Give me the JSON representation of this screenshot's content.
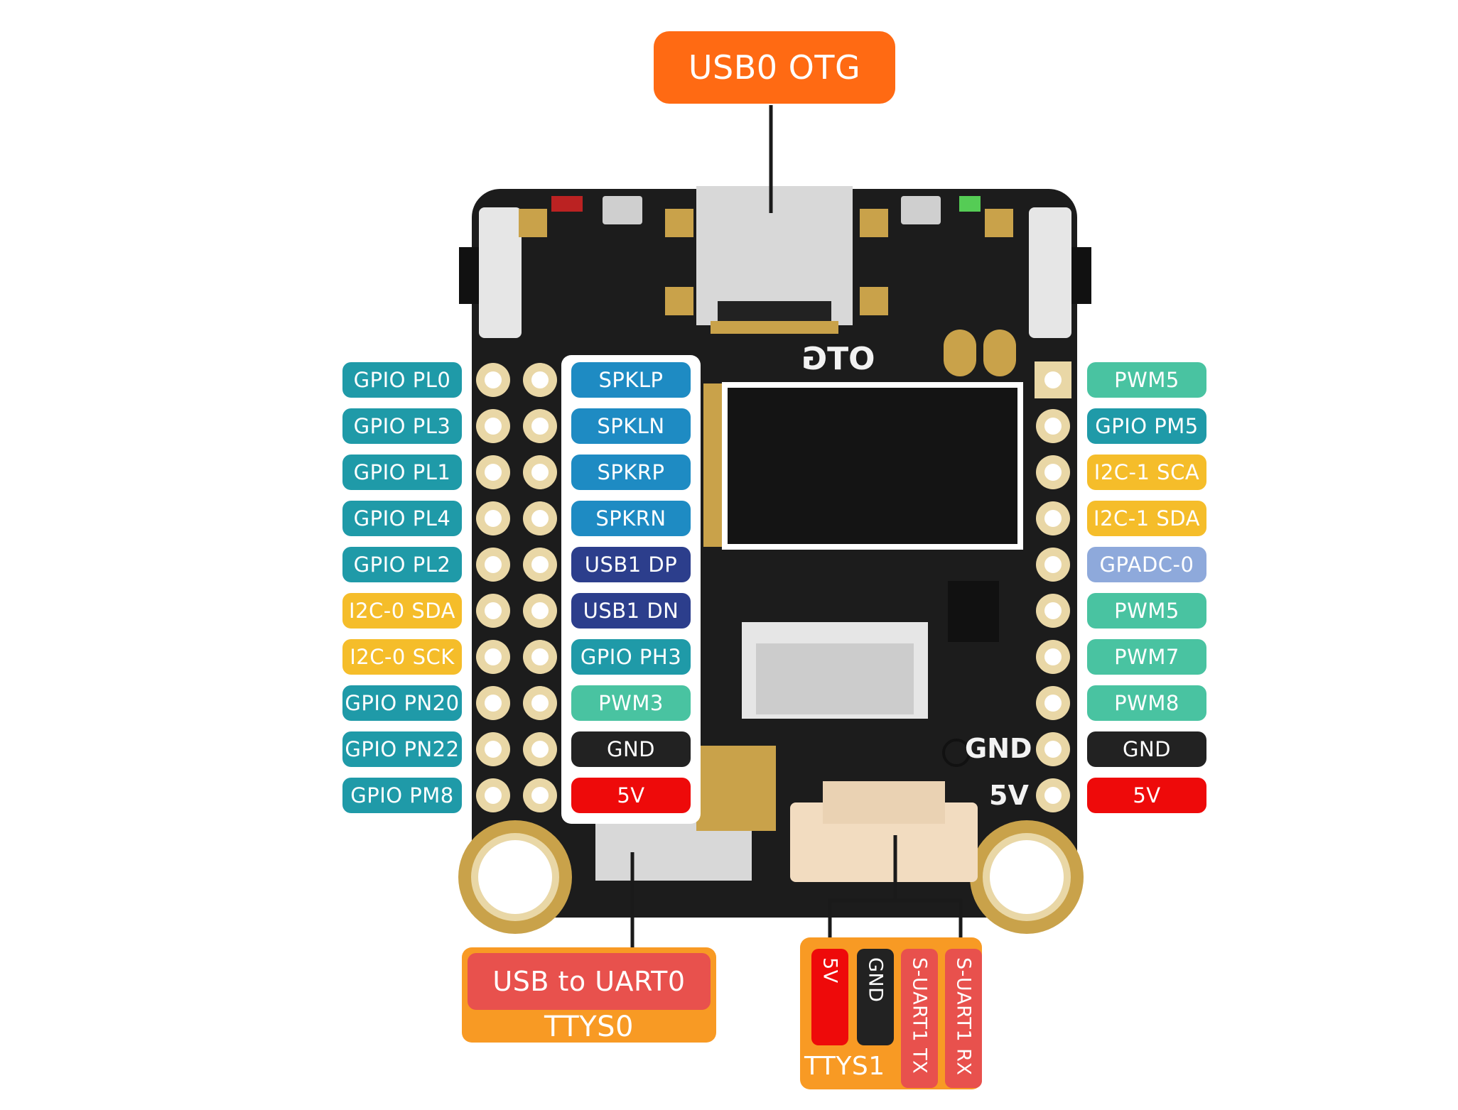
{
  "colors": {
    "teal": "#1f9aa8",
    "blue": "#1e8bc3",
    "navy": "#2c3e8c",
    "mint": "#49c3a1",
    "yellow": "#f5bd2a",
    "periwinkle": "#8ea9db",
    "black": "#222222",
    "red": "#ee0a0a",
    "orange": "#ff6a13",
    "amber": "#f89a24",
    "coral": "#e8514d"
  },
  "top_connector": {
    "label": "USB0 OTG"
  },
  "left_outer_labels": [
    {
      "text": "GPIO PL0",
      "color": "teal"
    },
    {
      "text": "GPIO PL3",
      "color": "teal"
    },
    {
      "text": "GPIO PL1",
      "color": "teal"
    },
    {
      "text": "GPIO PL4",
      "color": "teal"
    },
    {
      "text": "GPIO PL2",
      "color": "teal"
    },
    {
      "text": "I2C-0 SDA",
      "color": "yellow"
    },
    {
      "text": "I2C-0 SCK",
      "color": "yellow"
    },
    {
      "text": "GPIO PN20",
      "color": "teal"
    },
    {
      "text": "GPIO PN22",
      "color": "teal"
    },
    {
      "text": "GPIO PM8",
      "color": "teal"
    }
  ],
  "left_inner_labels": [
    {
      "text": "SPKLP",
      "color": "blue"
    },
    {
      "text": "SPKLN",
      "color": "blue"
    },
    {
      "text": "SPKRP",
      "color": "blue"
    },
    {
      "text": "SPKRN",
      "color": "blue"
    },
    {
      "text": "USB1 DP",
      "color": "navy"
    },
    {
      "text": "USB1 DN",
      "color": "navy"
    },
    {
      "text": "GPIO PH3",
      "color": "teal"
    },
    {
      "text": "PWM3",
      "color": "mint"
    },
    {
      "text": "GND",
      "color": "black"
    },
    {
      "text": "5V",
      "color": "red"
    }
  ],
  "right_labels": [
    {
      "text": "PWM5",
      "color": "mint"
    },
    {
      "text": "GPIO PM5",
      "color": "teal"
    },
    {
      "text": "I2C-1 SCA",
      "color": "yellow"
    },
    {
      "text": "I2C-1 SDA",
      "color": "yellow"
    },
    {
      "text": "GPADC-0",
      "color": "periwinkle"
    },
    {
      "text": "PWM5",
      "color": "mint"
    },
    {
      "text": "PWM7",
      "color": "mint"
    },
    {
      "text": "PWM8",
      "color": "mint"
    },
    {
      "text": "GND",
      "color": "black"
    },
    {
      "text": "5V",
      "color": "red"
    }
  ],
  "board_silkscreen": {
    "otg": "OTG",
    "gnd": "GND",
    "v5": "5V"
  },
  "bottom_uart": {
    "label": "USB to UART0",
    "sub_label": "TTYS0"
  },
  "ttys1_connector": {
    "pins": [
      {
        "text": "5V",
        "color": "red"
      },
      {
        "text": "GND",
        "color": "black"
      },
      {
        "text": "S-UART1 TX",
        "color": "coral"
      },
      {
        "text": "S-UART1 RX",
        "color": "coral"
      }
    ],
    "label": "TTYS1"
  }
}
